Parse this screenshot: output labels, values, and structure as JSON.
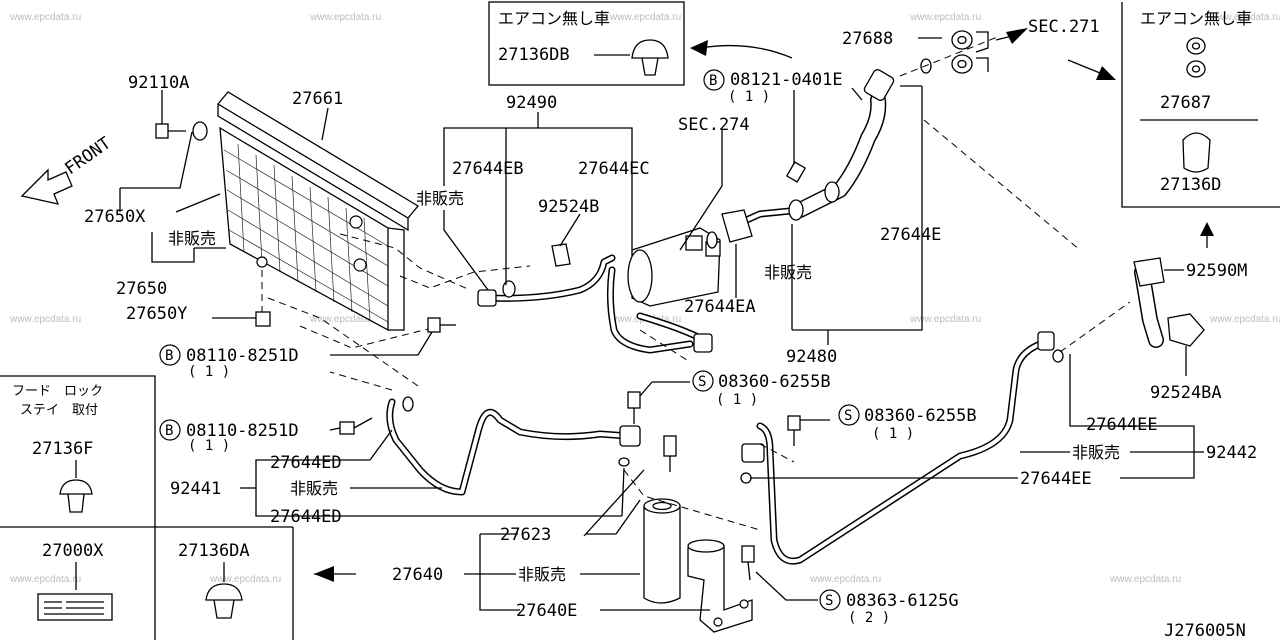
{
  "watermark": "www.epcdata.ru",
  "diagram_code": "J276005N",
  "section_refs": {
    "sec271": "SEC.271",
    "sec274": "SEC.274"
  },
  "direction": "FRONT",
  "not_for_sale": "非販売",
  "boxes": {
    "no_ac_top": {
      "title": "エアコン無し車",
      "part": "27136DB"
    },
    "no_ac_right": {
      "title": "エアコン無し車",
      "parts": [
        "27687",
        "27136D"
      ]
    },
    "hood_stay": {
      "title_line1": "フード　ロック",
      "title_line2": "ステイ　取付",
      "part": "27136F"
    },
    "label_part": "27000X",
    "clip_part": "27136DA"
  },
  "parts": {
    "p92110A": "92110A",
    "p27661": "27661",
    "p27650X": "27650X",
    "p27650": "27650",
    "p27650Y": "27650Y",
    "p92490": "92490",
    "p27644EB": "27644EB",
    "p27644EC": "27644EC",
    "p92524B": "92524B",
    "p27688": "27688",
    "p27644E": "27644E",
    "p27644EA": "27644EA",
    "p92480": "92480",
    "p92590M": "92590M",
    "p92524BA": "92524BA",
    "p27644EE_a": "27644EE",
    "p27644EE_b": "27644EE",
    "p92442": "92442",
    "p27644ED_a": "27644ED",
    "p27644ED_b": "27644ED",
    "p92441": "92441",
    "p27623": "27623",
    "p27640": "27640",
    "p27640E": "27640E"
  },
  "fasteners": {
    "b1": {
      "symbol": "B",
      "code": "08121-0401E",
      "qty": "( 1 )"
    },
    "b2": {
      "symbol": "B",
      "code": "08110-8251D",
      "qty": "( 1 )"
    },
    "b3": {
      "symbol": "B",
      "code": "08110-8251D",
      "qty": "( 1 )"
    },
    "s1": {
      "symbol": "S",
      "code": "08360-6255B",
      "qty": "( 1 )"
    },
    "s2": {
      "symbol": "S",
      "code": "08360-6255B",
      "qty": "( 1 )"
    },
    "s3": {
      "symbol": "S",
      "code": "08363-6125G",
      "qty": "( 2 )"
    }
  }
}
